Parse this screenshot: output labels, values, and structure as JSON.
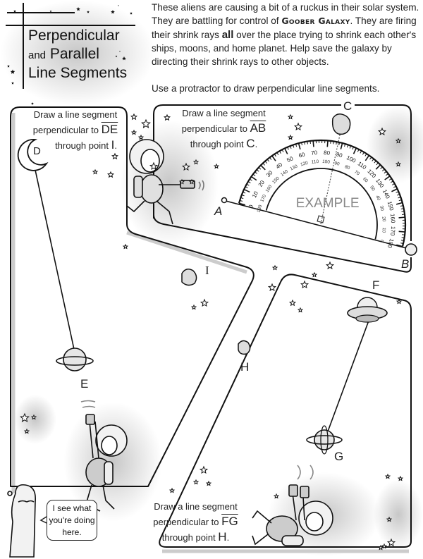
{
  "title": {
    "line1": "Perpendicular",
    "line2_small": "and",
    "line2": "Parallel",
    "line3": "Line Segments"
  },
  "intro": {
    "part1": "These aliens are causing a bit of a ruckus in their solar system. They are battling for control of ",
    "brand": "Goober Galaxy",
    "part2": ". They are firing their shrink rays ",
    "emphasis": "all",
    "part3": " over the place trying to shrink each other's ships, moons, and home planet. Help save the galaxy by directing their shrink rays to other objects.",
    "instruction": "Use a protractor to draw perpendicular line segments."
  },
  "tasks": [
    {
      "line1": "Draw a line segment",
      "line2": "perpendicular to ",
      "segment": "DE",
      "line3": "through point ",
      "point": "I",
      "end": "."
    },
    {
      "line1": "Draw a line segment",
      "line2": "perpendicular to ",
      "segment": "AB",
      "line3": "through point ",
      "point": "C",
      "end": "."
    },
    {
      "line1": "Draw a line segment",
      "line2": "perpendicular to ",
      "segment": "FG",
      "line3": "through point ",
      "point": "H",
      "end": "."
    }
  ],
  "points": {
    "A": "A",
    "B": "B",
    "C": "C",
    "D": "D",
    "E": "E",
    "F": "F",
    "G": "G",
    "H": "H",
    "I": "I"
  },
  "protractor": {
    "label": "EXAMPLE",
    "outer_scale": [
      "0",
      "10",
      "20",
      "30",
      "40",
      "50",
      "60",
      "70",
      "80",
      "90",
      "100",
      "110",
      "120",
      "130",
      "140",
      "150",
      "160",
      "170",
      "180"
    ],
    "inner_scale": [
      "180",
      "170",
      "160",
      "150",
      "140",
      "130",
      "120",
      "110",
      "100",
      "90",
      "80",
      "70",
      "60",
      "50",
      "40",
      "30",
      "20",
      "10",
      "0"
    ]
  },
  "speech_bubble": {
    "line1": "I see what",
    "line2": "you're doing",
    "line3": "here."
  }
}
